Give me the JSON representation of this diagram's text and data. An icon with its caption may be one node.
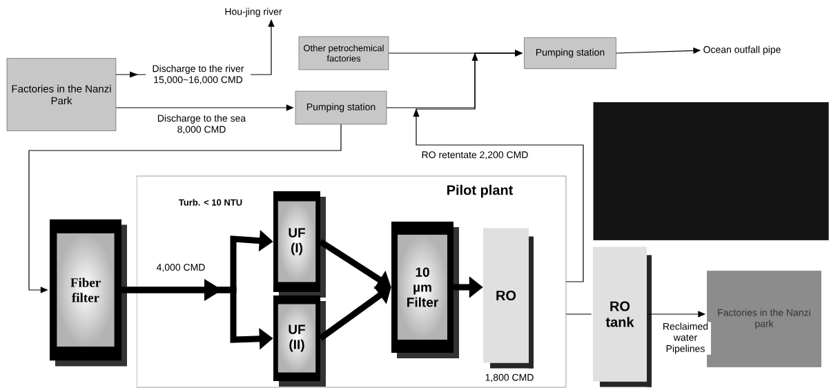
{
  "diagram": {
    "nodes": [
      {
        "text": [
          "Factories in the Nanzi Park"
        ]
      },
      {
        "text": [
          "Hou-jing river"
        ]
      },
      {
        "text": [
          "Other petrochemical factories"
        ]
      },
      {
        "text": [
          "Pumping station"
        ]
      },
      {
        "text": [
          "Pumping station"
        ]
      },
      {
        "text": [
          "Ocean outfall pipe"
        ]
      },
      {
        "text": [
          "Pilot plant"
        ]
      },
      {
        "text": [
          "Fiber filter"
        ]
      },
      {
        "text": [
          "UF (I)"
        ],
        "in": 6
      },
      {
        "text": [
          "UF (II)"
        ],
        "in": 6
      },
      {
        "text": [
          "10 µm Filter"
        ],
        "in": 6
      },
      {
        "text": [
          "RO"
        ],
        "in": 6,
        "beside": [
          "1,800 CMD"
        ]
      },
      {
        "text": [
          "RO tank"
        ]
      },
      {
        "text": [
          "Factories in the Nanzi park"
        ]
      },
      {
        "text": [],
        "shape": "box"
      }
    ],
    "edges": [
      {
        "from": 0,
        "to": 1,
        "arrow": "to",
        "label": "Discharge to the river 15,000~16,000 CMD"
      },
      {
        "from": 0,
        "to": 3,
        "arrow": "to",
        "label": "Discharge to the sea 8,000 CMD"
      },
      {
        "from": 3,
        "to": 4,
        "arrow": "to"
      },
      {
        "from": 2,
        "to": 4,
        "arrow": "to"
      },
      {
        "from": 4,
        "to": 5,
        "arrow": "to"
      },
      {
        "from": 6,
        "to": 4,
        "arrow": "to",
        "label": "RO retentate 2,200 CMD"
      },
      {
        "from": 3,
        "to": 7,
        "arrow": "to"
      },
      {
        "from": 7,
        "to": 8,
        "arrow": "to",
        "style": "thick",
        "label": "4,000 CMD"
      },
      {
        "from": 7,
        "to": 9,
        "arrow": "to",
        "style": "thick"
      },
      {
        "from": 8,
        "to": 10,
        "arrow": "to",
        "style": "thick"
      },
      {
        "from": 9,
        "to": 10,
        "arrow": "to",
        "style": "thick"
      },
      {
        "from": 10,
        "to": 11,
        "arrow": "to",
        "style": "thick"
      },
      {
        "from": 6,
        "to": 12,
        "arrow": "none"
      },
      {
        "from": 12,
        "to": 13,
        "arrow": "to",
        "label": "Reclaimed water Pipelines"
      }
    ],
    "labels": [
      "Turb. < 10 NTU"
    ]
  }
}
